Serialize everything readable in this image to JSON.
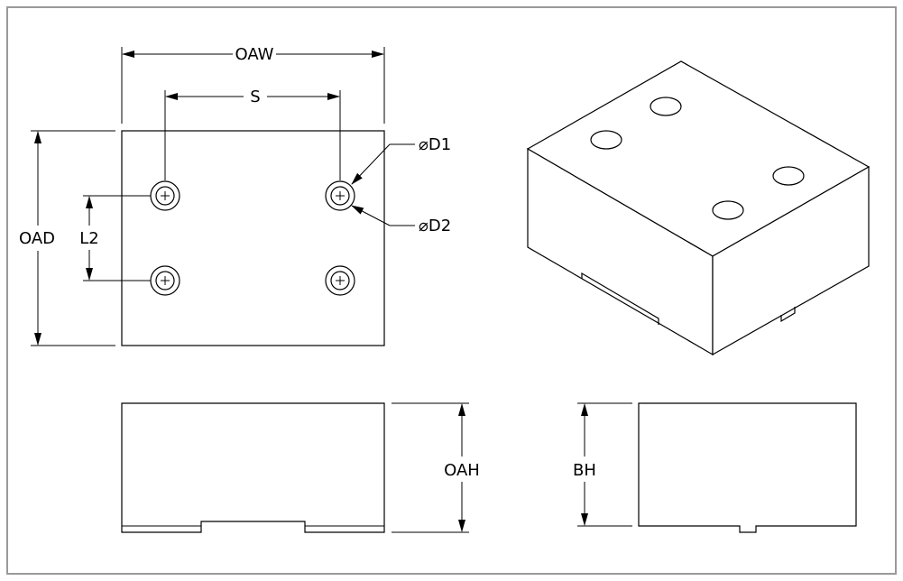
{
  "labels": {
    "oaw": "OAW",
    "s": "S",
    "oad": "OAD",
    "l2": "L2",
    "d1": "⌀D1",
    "d2": "⌀D2",
    "oah": "OAH",
    "bh": "BH"
  },
  "colors": {
    "line": "#000000",
    "frame": "#9a9a9a",
    "background": "#ffffff"
  }
}
